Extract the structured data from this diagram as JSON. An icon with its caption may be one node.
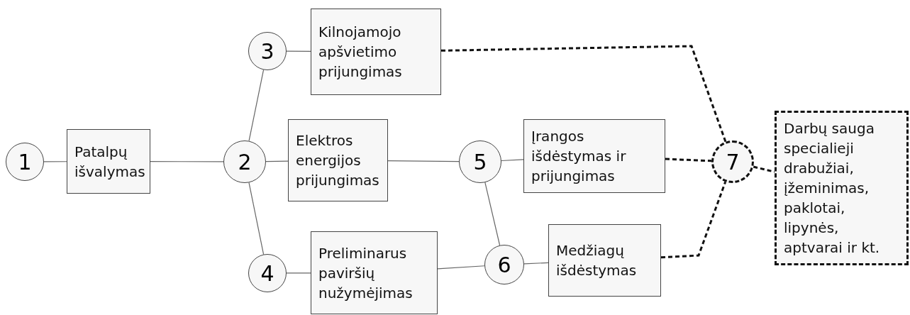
{
  "diagram": {
    "nodes": [
      {
        "text": [
          "1"
        ]
      },
      {
        "text": [
          "Patalpų išvalymas"
        ]
      },
      {
        "text": [
          "2"
        ]
      },
      {
        "text": [
          "3"
        ]
      },
      {
        "text": [
          "Kilnojamojo apšvietimo prijungimas"
        ]
      },
      {
        "text": [
          "Elektros energijos prijungimas"
        ]
      },
      {
        "text": [
          "5"
        ]
      },
      {
        "text": [
          "Įrangos išdėstymas ir prijungimas"
        ]
      },
      {
        "text": [
          "7"
        ]
      },
      {
        "text": [
          "Darbų sauga specialieji drabužiai, įžeminimas, paklotai, lipynės, aptvarai ir kt."
        ]
      },
      {
        "text": [
          "4"
        ]
      },
      {
        "text": [
          "Preliminarus paviršių nužymėjimas"
        ]
      },
      {
        "text": [
          "6"
        ]
      },
      {
        "text": [
          "Medžiagų išdėstymas"
        ]
      }
    ],
    "edges": [
      {
        "from": 0,
        "to": 1,
        "arrow": "none"
      },
      {
        "from": 1,
        "to": 2,
        "arrow": "none"
      },
      {
        "from": 2,
        "to": 3,
        "arrow": "none"
      },
      {
        "from": 2,
        "to": 5,
        "arrow": "none"
      },
      {
        "from": 2,
        "to": 10,
        "arrow": "none"
      },
      {
        "from": 3,
        "to": 4,
        "arrow": "none"
      },
      {
        "from": 5,
        "to": 6,
        "arrow": "none"
      },
      {
        "from": 6,
        "to": 7,
        "arrow": "none"
      },
      {
        "from": 6,
        "to": 12,
        "arrow": "none"
      },
      {
        "from": 10,
        "to": 11,
        "arrow": "none"
      },
      {
        "from": 11,
        "to": 12,
        "arrow": "none"
      },
      {
        "from": 12,
        "to": 13,
        "arrow": "none"
      },
      {
        "from": 4,
        "to": 8,
        "arrow": "none",
        "style": "dashed"
      },
      {
        "from": 7,
        "to": 8,
        "arrow": "none",
        "style": "dashed"
      },
      {
        "from": 13,
        "to": 8,
        "arrow": "none",
        "style": "dashed"
      },
      {
        "from": 8,
        "to": 9,
        "arrow": "none",
        "style": "dashed"
      }
    ]
  }
}
